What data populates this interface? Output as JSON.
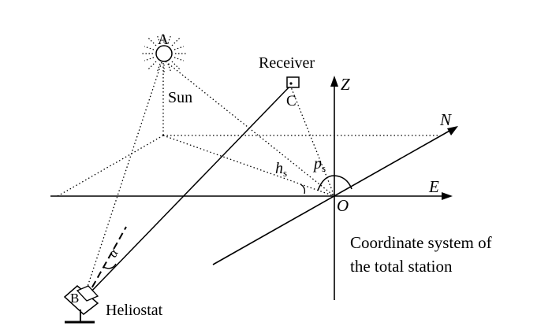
{
  "labels": {
    "point_a": "A",
    "sun": "Sun",
    "receiver": "Receiver",
    "point_c": "C",
    "axis_z": "Z",
    "axis_n": "N",
    "axis_e": "E",
    "origin": "O",
    "h_main": "h",
    "h_sub": "s",
    "p_main": "p",
    "p_sub": "s",
    "alpha": "α",
    "point_b": "B",
    "heliostat": "Heliostat",
    "coord_line1": "Coordinate system of",
    "coord_line2": "the total station"
  }
}
